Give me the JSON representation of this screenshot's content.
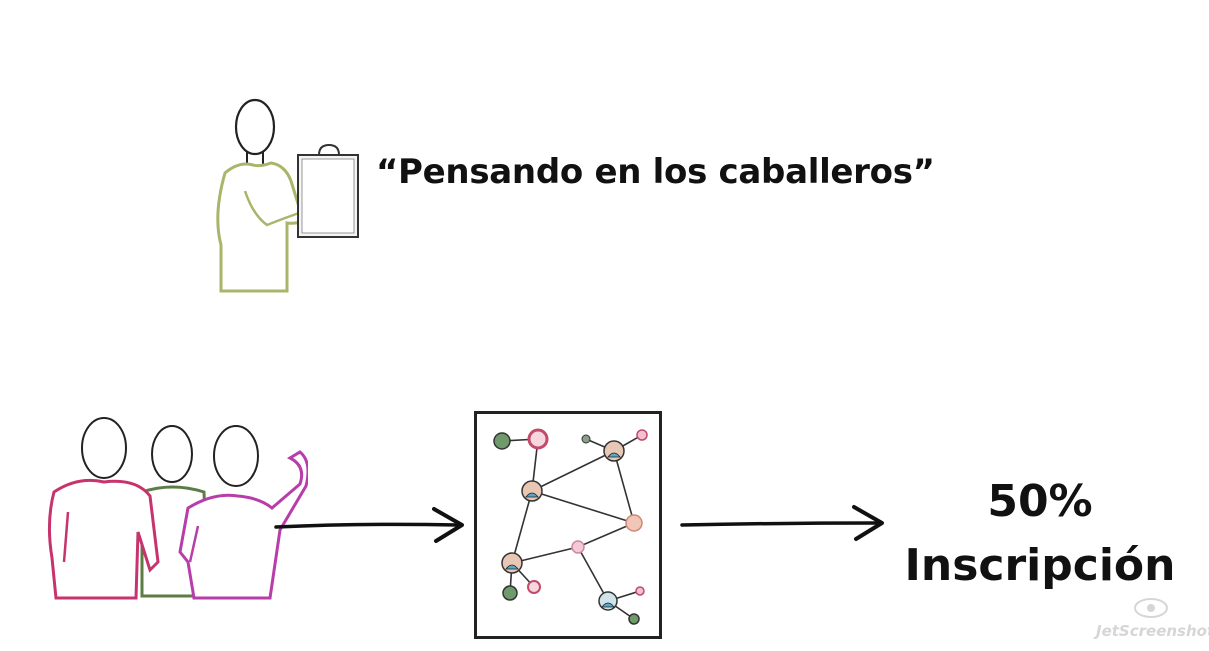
{
  "quote": "“Pensando en los caballeros”",
  "result": {
    "percent": "50%",
    "label": "Inscripción"
  },
  "watermark": "JetScreenshot",
  "colors": {
    "presenter_shirt": "#a9b56a",
    "person_magenta": "#c7336d",
    "person_green": "#5b7d45",
    "person_purple": "#b83dab",
    "ink": "#111111"
  }
}
